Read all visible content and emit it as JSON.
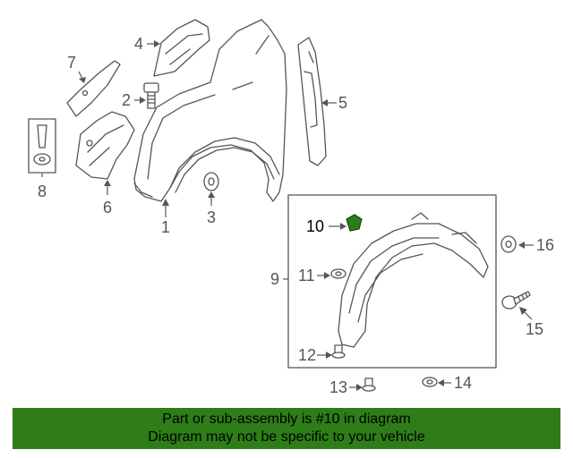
{
  "callouts": {
    "c1": "1",
    "c2": "2",
    "c3": "3",
    "c4": "4",
    "c5": "5",
    "c6": "6",
    "c7": "7",
    "c8": "8",
    "c9": "9",
    "c10": "10",
    "c11": "11",
    "c12": "12",
    "c13": "13",
    "c14": "14",
    "c15": "15",
    "c16": "16"
  },
  "highlight": {
    "part_number": "10",
    "color": "#2e7d18"
  },
  "footer": {
    "line1": "Part or sub-assembly is #10 in diagram",
    "line2": "Diagram may not be specific to your vehicle",
    "background": "#2e7d18"
  }
}
